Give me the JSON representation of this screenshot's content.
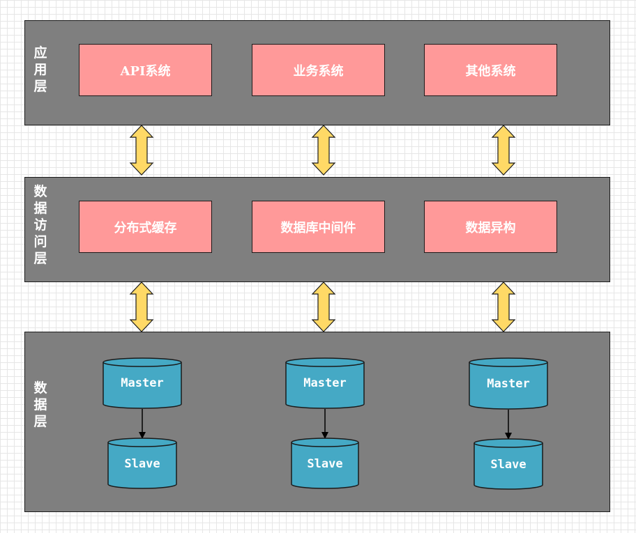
{
  "layers": {
    "app": {
      "label": "应用层",
      "boxes": [
        "API系统",
        "业务系统",
        "其他系统"
      ]
    },
    "access": {
      "label": "数据访问层",
      "boxes": [
        "分布式缓存",
        "数据库中间件",
        "数据异构"
      ]
    },
    "data": {
      "label": "数据层",
      "master_label": "Master",
      "slave_label": "Slave"
    }
  },
  "colors": {
    "layer_bg": "#7f7f7f",
    "box_fill": "#ff9999",
    "db_fill": "#45a9c5",
    "arrow_fill": "#ffd966",
    "arrow_stroke": "#1a1a1a"
  }
}
